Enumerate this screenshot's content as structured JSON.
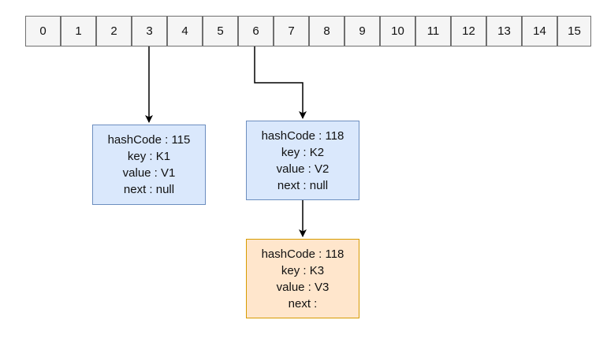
{
  "array": {
    "indices": [
      "0",
      "1",
      "2",
      "3",
      "4",
      "5",
      "6",
      "7",
      "8",
      "9",
      "10",
      "11",
      "12",
      "13",
      "14",
      "15"
    ]
  },
  "nodes": {
    "k1": {
      "hash": "hashCode : 115",
      "key": "key : K1",
      "value": "value : V1",
      "next": "next : null"
    },
    "k2": {
      "hash": "hashCode : 118",
      "key": "key : K2",
      "value": "value : V2",
      "next": "next : null"
    },
    "k3": {
      "hash": "hashCode : 118",
      "key": "key : K3",
      "value": "value : V3",
      "next": "next :"
    }
  },
  "colors": {
    "array_fill": "#f5f5f5",
    "array_stroke": "#707070",
    "node_blue_fill": "#dae8fc",
    "node_blue_stroke": "#6c8ebf",
    "node_orange_fill": "#ffe6cc",
    "node_orange_stroke": "#d79b00",
    "edge": "#000000"
  }
}
